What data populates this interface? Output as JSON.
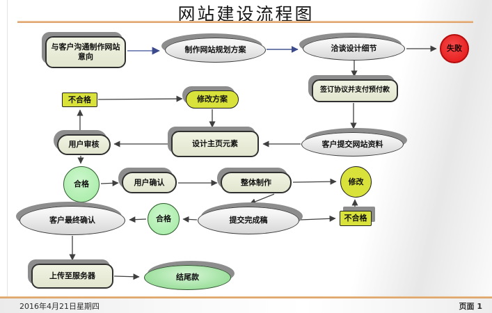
{
  "title": "网站建设流程图",
  "footer": {
    "date": "2016年4月21日星期四",
    "page_label": "页面 1"
  },
  "colors": {
    "accent_rule": "#d99a63",
    "node_pale_fill": "#e9edd9",
    "node_yellow_fill": "#d9e23a",
    "node_green_fill": "#aeeaae",
    "node_red_fill": "#ee1b1b",
    "ellipse_gray_fill": "#e0e0e0",
    "ellipse_green_fill": "#93dc93",
    "shadow": "#8d8d8d",
    "connector": "#3f3f3f",
    "connector_blue": "#4a5a9b"
  },
  "nodes": {
    "start": {
      "label": "与客户沟通制作网站意向",
      "shape": "rounded-rect"
    },
    "plan": {
      "label": "制作网站规划方案",
      "shape": "ellipse"
    },
    "negotiate": {
      "label": "洽谈设计细节",
      "shape": "ellipse"
    },
    "fail": {
      "label": "失败",
      "shape": "circle"
    },
    "sign": {
      "label": "签订协议并支付预付款",
      "shape": "rounded-rect"
    },
    "unqualified1": {
      "label": "不合格",
      "shape": "rect"
    },
    "revise_plan": {
      "label": "修改方案",
      "shape": "stadium"
    },
    "review": {
      "label": "用户审核",
      "shape": "stadium"
    },
    "design": {
      "label": "设计主页元素",
      "shape": "rounded-rect"
    },
    "submit_materials": {
      "label": "客户提交网站资料",
      "shape": "ellipse"
    },
    "qualified1": {
      "label": "合格",
      "shape": "circle"
    },
    "confirm": {
      "label": "用户确认",
      "shape": "stadium"
    },
    "produce": {
      "label": "整体制作",
      "shape": "stadium"
    },
    "modify": {
      "label": "修改",
      "shape": "circle"
    },
    "final_confirm": {
      "label": "客户最终确认",
      "shape": "ellipse"
    },
    "qualified2": {
      "label": "合格",
      "shape": "circle"
    },
    "submit_draft": {
      "label": "提交完成稿",
      "shape": "ellipse"
    },
    "unqualified2": {
      "label": "不合格",
      "shape": "rect"
    },
    "upload": {
      "label": "上传至服务器",
      "shape": "rounded-rect"
    },
    "final_payment": {
      "label": "结尾款",
      "shape": "ellipse"
    }
  },
  "edges": [
    {
      "from": "start",
      "to": "plan"
    },
    {
      "from": "plan",
      "to": "negotiate"
    },
    {
      "from": "negotiate",
      "to": "fail"
    },
    {
      "from": "negotiate",
      "to": "sign"
    },
    {
      "from": "sign",
      "to": "submit_materials"
    },
    {
      "from": "submit_materials",
      "to": "design"
    },
    {
      "from": "design",
      "to": "review"
    },
    {
      "from": "review",
      "to": "unqualified1"
    },
    {
      "from": "unqualified1",
      "to": "revise_plan"
    },
    {
      "from": "revise_plan",
      "to": "design"
    },
    {
      "from": "review",
      "to": "qualified1"
    },
    {
      "from": "qualified1",
      "to": "confirm"
    },
    {
      "from": "confirm",
      "to": "produce"
    },
    {
      "from": "produce",
      "to": "modify"
    },
    {
      "from": "produce",
      "to": "submit_draft"
    },
    {
      "from": "submit_draft",
      "to": "unqualified2"
    },
    {
      "from": "unqualified2",
      "to": "modify"
    },
    {
      "from": "submit_draft",
      "to": "qualified2"
    },
    {
      "from": "qualified2",
      "to": "final_confirm"
    },
    {
      "from": "final_confirm",
      "to": "upload"
    },
    {
      "from": "upload",
      "to": "final_payment"
    }
  ]
}
